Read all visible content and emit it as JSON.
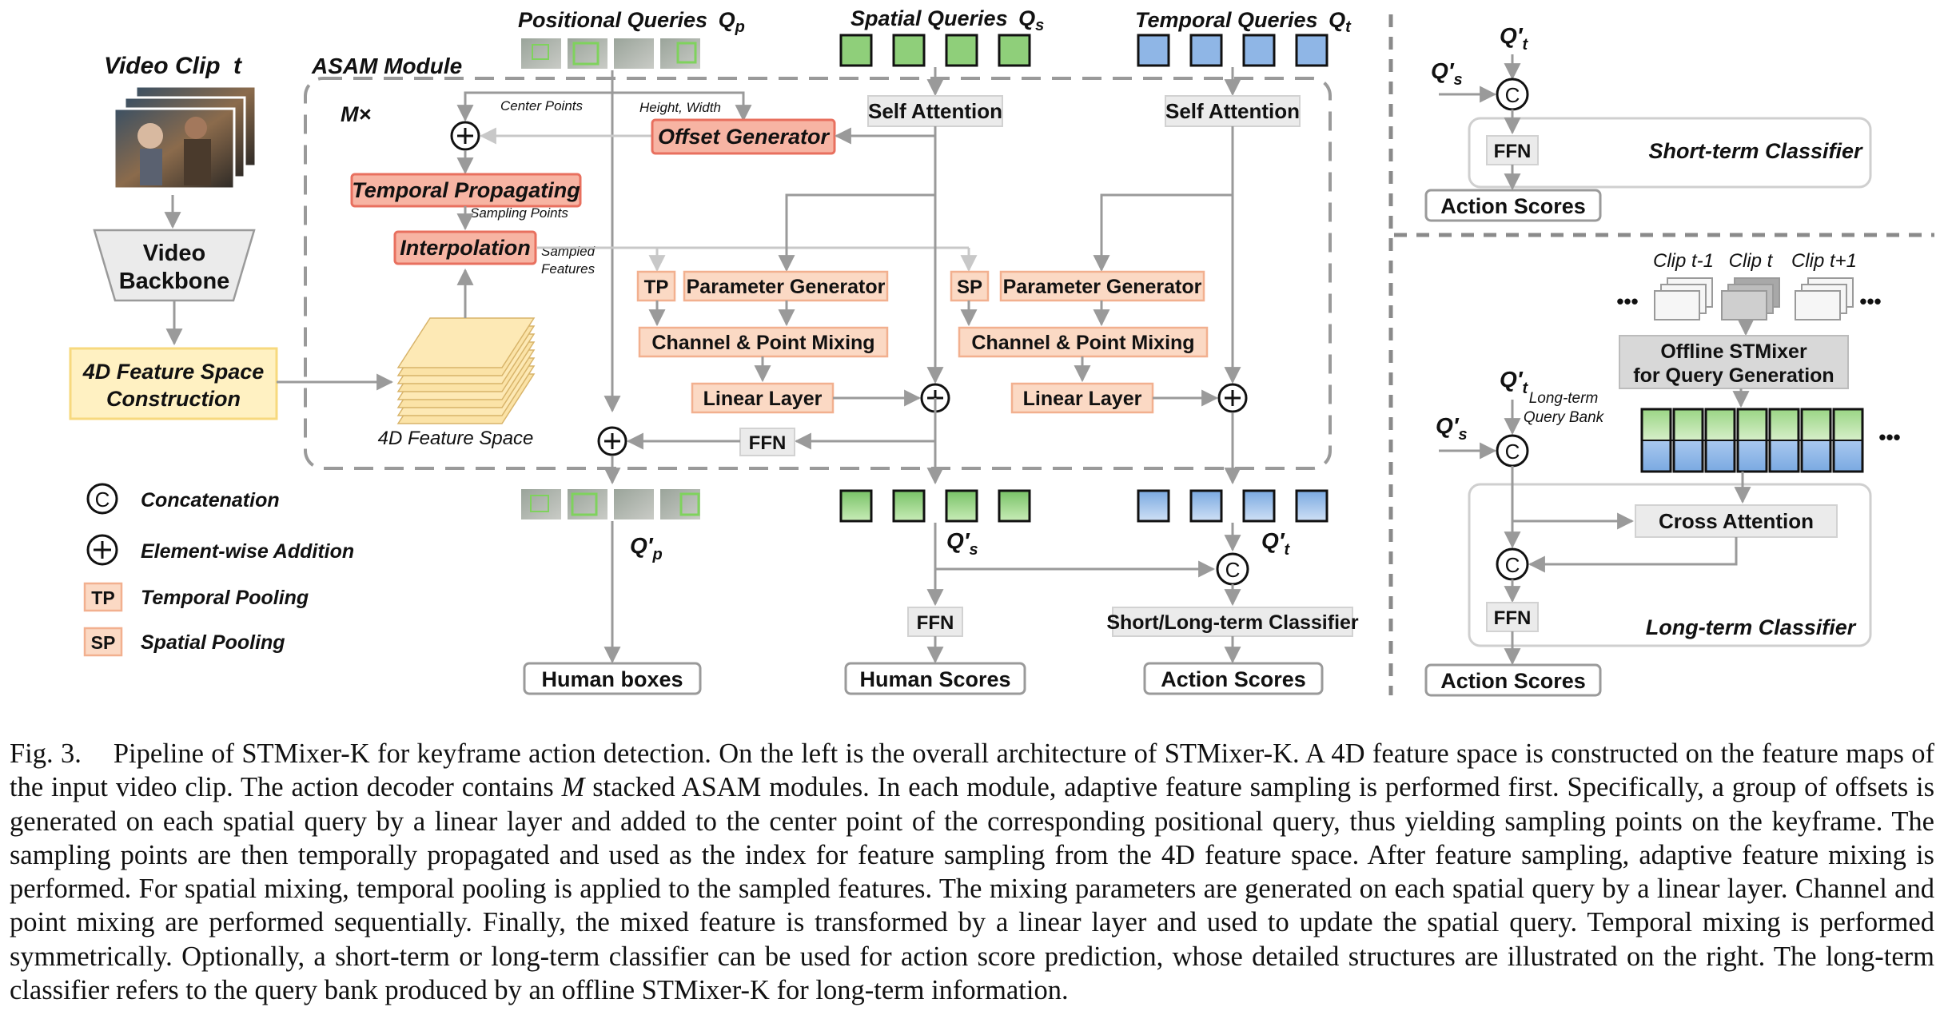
{
  "figure": {
    "left_panel": {
      "video_clip": "Video Clip",
      "video_clip_var": "t",
      "video_backbone": [
        "Video",
        "Backbone"
      ],
      "feature_construction": [
        "4D Feature Space",
        "Construction"
      ],
      "feature_space": "4D Feature Space",
      "asam_module": "ASAM Module",
      "m_times": "M×",
      "queries": {
        "positional": "Positional Queries",
        "spatial": "Spatial Queries",
        "temporal": "Temporal Queries",
        "positional_sym": "Q",
        "positional_sub": "p",
        "spatial_sym": "Q",
        "spatial_sub": "s",
        "temporal_sym": "Q",
        "temporal_sub": "t"
      },
      "center_points": "Center Points",
      "height_width": "Height, Width",
      "offset_generator": "Offset Generator",
      "temporal_propagating": "Temporal Propagating",
      "sampling_points": "Sampling Points",
      "interpolation": "Interpolation",
      "sampled_features": [
        "Sampled",
        "Features"
      ],
      "self_attention": "Self Attention",
      "tp": "TP",
      "sp": "SP",
      "parameter_generator": "Parameter Generator",
      "channel_point_mixing": "Channel & Point Mixing",
      "linear_layer": "Linear Layer",
      "ffn": "FFN",
      "out_p": "Q′",
      "out_p_sub": "p",
      "out_s": "Q′",
      "out_s_sub": "s",
      "out_t": "Q′",
      "out_t_sub": "t",
      "short_long_classifier": "Short/Long-term Classifier",
      "human_boxes": "Human boxes",
      "human_scores": "Human Scores",
      "action_scores": "Action Scores"
    },
    "legend": [
      {
        "symbol": "C",
        "label": "Concatenation"
      },
      {
        "symbol": "+",
        "label": "Element-wise Addition"
      },
      {
        "symbol": "TP",
        "label": "Temporal Pooling"
      },
      {
        "symbol": "SP",
        "label": "Spatial Pooling"
      }
    ],
    "right_panel": {
      "q_t": "Q′",
      "q_t_sub": "t",
      "q_s": "Q′",
      "q_s_sub": "s",
      "ffn": "FFN",
      "short_term_classifier": "Short-term Classifier",
      "action_scores": "Action Scores",
      "clips": [
        "Clip t-1",
        "Clip t",
        "Clip t+1"
      ],
      "ellipsis": "•••",
      "offline": [
        "Offline STMixer",
        "for Query Generation"
      ],
      "long_term_bank": [
        "Long-term",
        "Query Bank"
      ],
      "cross_attention": "Cross Attention",
      "long_term_classifier": "Long-term Classifier"
    },
    "colors": {
      "green": "#8fcf7a",
      "blue": "#8fb6e6",
      "orange_fill": "#fbd9c4",
      "orange_border": "#f2b08f",
      "red_fill": "#f7b4a3",
      "red_border": "#e8705f",
      "yellow_fill": "#fff1c2",
      "yellow_border": "#f7d97e",
      "gray_box": "#e9e9e9",
      "arrow": "#9a9a9a"
    }
  },
  "caption": {
    "label": "Fig. 3.",
    "text_before_m": "Pipeline of STMixer-K for keyframe action detection. On the left is the overall architecture of STMixer-K. A 4D feature space is constructed on the feature maps of the input video clip. The action decoder contains",
    "m_symbol": "M",
    "text_after_m": "stacked ASAM modules. In each module, adaptive feature sampling is performed first. Specifically, a group of offsets is generated on each spatial query by a linear layer and added to the center point of the corresponding positional query, thus yielding sampling points on the keyframe. The sampling points are then temporally propagated and used as the index for feature sampling from the 4D feature space. After feature sampling, adaptive feature mixing is performed. For spatial mixing, temporal pooling is applied to the sampled features. The mixing parameters are generated on each spatial query by a linear layer. Channel and point mixing are performed sequentially. Finally, the mixed feature is transformed by a linear layer and used to update the spatial query. Temporal mixing is performed symmetrically. Optionally, a short-term or long-term classifier can be used for action score prediction, whose detailed structures are illustrated on the right. The long-term classifier refers to the query bank produced by an offline STMixer-K for long-term information."
  }
}
